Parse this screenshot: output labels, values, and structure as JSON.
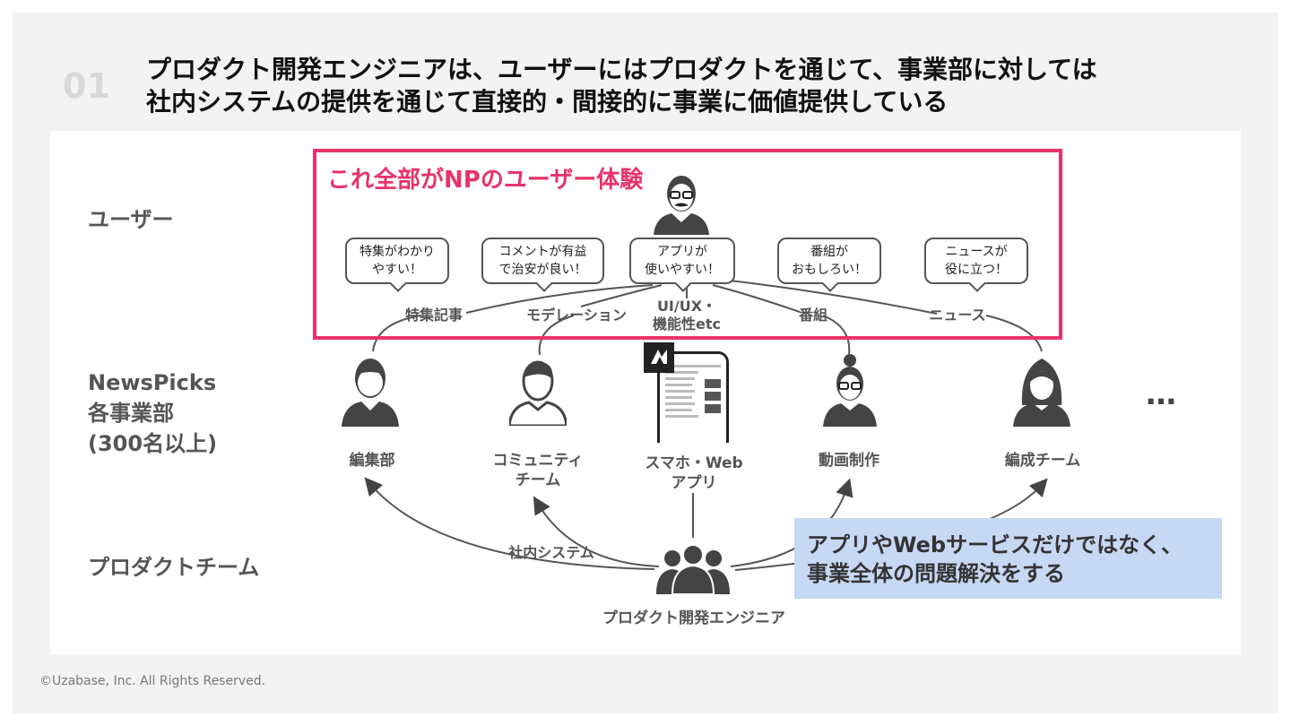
{
  "slide": {
    "number": "01",
    "title_line1": "プロダクト開発エンジニアは、ユーザーにはプロダクトを通じて、事業部に対しては",
    "title_line2": "社内システムの提供を通じて直接的・間接的に事業に価値提供している",
    "footer": "©Uzabase, Inc. All Rights Reserved."
  },
  "rows": {
    "user": "ユーザー",
    "biz_line1": "NewsPicks",
    "biz_line2": "各事業部",
    "biz_line3": "(300名以上)",
    "product": "プロダクトチーム"
  },
  "np_box": {
    "title": "これ全部がNPのユーザー体験",
    "color": "#e8336a"
  },
  "bubbles": [
    {
      "line1": "特集がわかり",
      "line2": "やすい！"
    },
    {
      "line1": "コメントが有益",
      "line2": "で治安が良い！"
    },
    {
      "line1": "アプリが",
      "line2": "使いやすい！"
    },
    {
      "line1": "番組が",
      "line2": "おもしろい！"
    },
    {
      "line1": "ニュースが",
      "line2": "役に立つ！"
    }
  ],
  "touchpoints": {
    "feature": "特集記事",
    "moderation": "モデレーション",
    "uiux_line1": "UI/UX・",
    "uiux_line2": "機能性etc",
    "program": "番組",
    "news": "ニュース"
  },
  "departments": {
    "editorial": "編集部",
    "community_line1": "コミュニティ",
    "community_line2": "チーム",
    "app_line1": "スマホ・Web",
    "app_line2": "アプリ",
    "video": "動画制作",
    "programming": "編成チーム",
    "more": "…"
  },
  "product_team": {
    "internal_system": "社内システム",
    "engineer_label": "プロダクト開発エンジニア"
  },
  "callout": {
    "line1": "アプリやWebサービスだけではなく、",
    "line2": "事業全体の問題解決をする",
    "color": "#c7d8f4"
  },
  "icons": [
    "user-person-icon",
    "editor-person-icon",
    "community-person-icon",
    "newspicks-app-phone-icon",
    "video-person-icon",
    "programming-person-icon",
    "engineer-team-icon",
    "newspicks-logo-icon"
  ]
}
